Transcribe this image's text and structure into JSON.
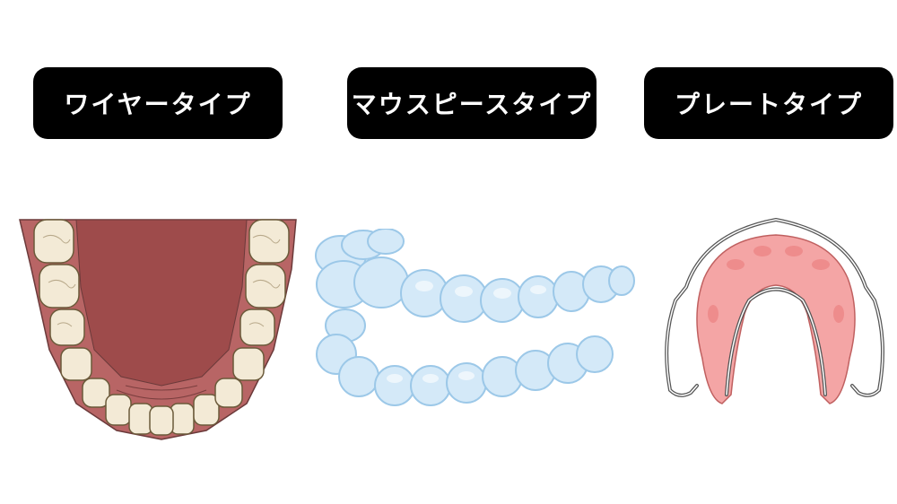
{
  "types": [
    {
      "label": "ワイヤータイプ",
      "illustration": "wire-braces-illustration"
    },
    {
      "label": "マウスピースタイプ",
      "illustration": "clear-aligner-illustration"
    },
    {
      "label": "プレートタイプ",
      "illustration": "retainer-plate-illustration"
    }
  ],
  "colors": {
    "label_bg": "#000000",
    "label_text": "#ffffff",
    "gum": "#b35a5a",
    "palate": "#9e4a4a",
    "tooth": "#f3ead6",
    "aligner": "#cfe6f7",
    "plate": "#f0a0a0",
    "wire": "#555555"
  }
}
